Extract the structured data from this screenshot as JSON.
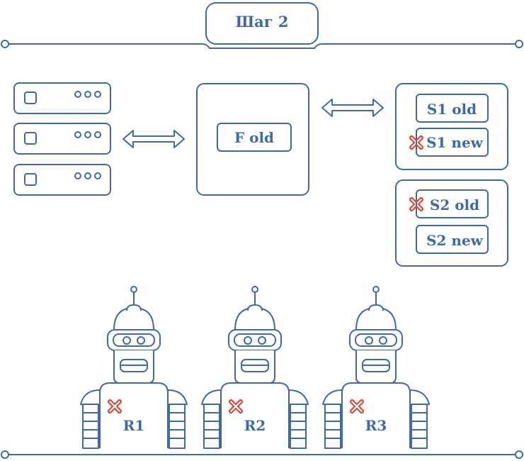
{
  "colors": {
    "line": "#3f6aa8",
    "fail": "#d84a3a",
    "background": "#ffffff"
  },
  "header": {
    "title": "Шаг 2"
  },
  "center": {
    "label": "F old"
  },
  "s1": {
    "old_label": "S1 old",
    "new_label": "S1 new",
    "new_failed": true
  },
  "s2": {
    "old_label": "S2 old",
    "new_label": "S2 new",
    "old_failed": true
  },
  "robots": [
    {
      "label": "R1",
      "failed": true
    },
    {
      "label": "R2",
      "failed": true
    },
    {
      "label": "R3",
      "failed": true
    }
  ],
  "icons": {
    "left_arrow": "double-arrow-icon",
    "right_arrow": "double-arrow-icon",
    "fail_mark": "cross-icon",
    "server_dots": "dots-icon"
  }
}
